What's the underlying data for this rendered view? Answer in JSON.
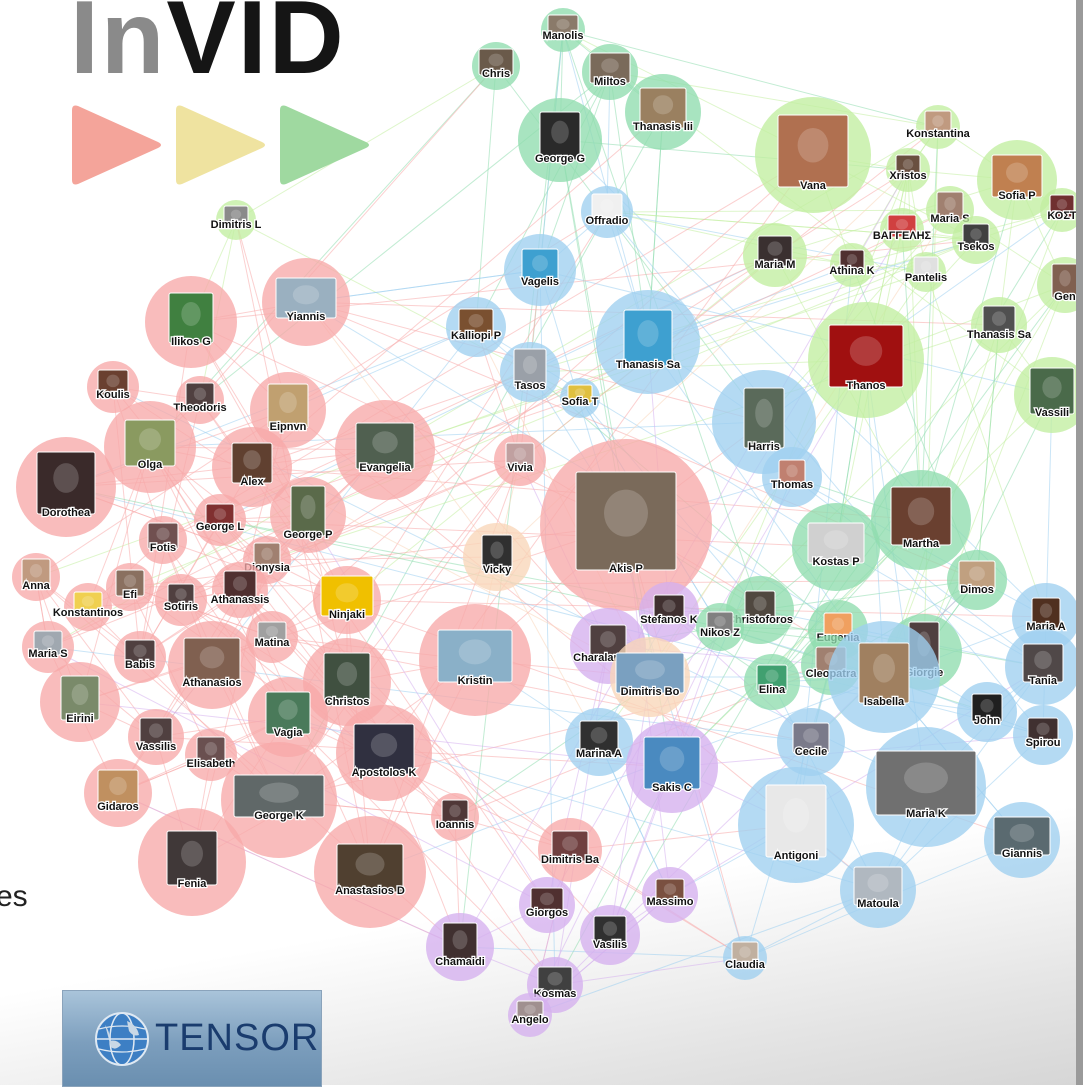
{
  "logo": {
    "part1": "In",
    "part2": "VID"
  },
  "arrow_colors": [
    "#f4a49a",
    "#efe3a0",
    "#9fd9a0"
  ],
  "side_text": "es",
  "tensor_logo": {
    "text": "TENSOR"
  },
  "cluster_colors": {
    "red": "#f7a9a9",
    "green": "#c2eea0",
    "teal": "#8fdcae",
    "blue": "#9fd0f0",
    "purple": "#d5b0ee",
    "peach": "#f9d6b9"
  },
  "nodes": [
    {
      "label": "Manolis",
      "cluster": "teal",
      "photo": "#8a7a6a"
    },
    {
      "label": "Chris",
      "cluster": "teal",
      "photo": "#6a5a4a"
    },
    {
      "label": "Miltos",
      "cluster": "teal",
      "photo": "#7a6a5a"
    },
    {
      "label": "Thanasis Iii",
      "cluster": "teal",
      "photo": "#9a8060"
    },
    {
      "label": "George G",
      "cluster": "teal",
      "photo": "#2a2a2a"
    },
    {
      "label": "Offradio",
      "cluster": "blue",
      "photo": "#f0f0f0"
    },
    {
      "label": "Vana",
      "cluster": "green",
      "photo": "#b07050"
    },
    {
      "label": "Konstantina",
      "cluster": "green",
      "photo": "#c09a80"
    },
    {
      "label": "Xristos",
      "cluster": "green",
      "photo": "#6a5040"
    },
    {
      "label": "Sofia P",
      "cluster": "green",
      "photo": "#c08050"
    },
    {
      "label": "Maria S",
      "cluster": "green",
      "photo": "#a08070"
    },
    {
      "label": "ΚΟΣΤ",
      "cluster": "green",
      "photo": "#703030"
    },
    {
      "label": "ΒΑΓΓΕΛΗΣ",
      "cluster": "green",
      "photo": "#d04040"
    },
    {
      "label": "Tsekos",
      "cluster": "green",
      "photo": "#404040"
    },
    {
      "label": "Maria M",
      "cluster": "green",
      "photo": "#3a3030"
    },
    {
      "label": "Athina K",
      "cluster": "green",
      "photo": "#503030"
    },
    {
      "label": "Pantelis",
      "cluster": "green",
      "photo": "#e0e0e0"
    },
    {
      "label": "Gen",
      "cluster": "green",
      "photo": "#806050"
    },
    {
      "label": "Thanasis Sa",
      "cluster": "green",
      "photo": "#505050"
    },
    {
      "label": "Thanos",
      "cluster": "green",
      "photo": "#a01010"
    },
    {
      "label": "Vassili",
      "cluster": "green",
      "photo": "#4a6a4a"
    },
    {
      "label": "Dimitris L",
      "cluster": "green",
      "photo": "#8a8a8a"
    },
    {
      "label": "Vagelis",
      "cluster": "blue",
      "photo": "#3ea0d0"
    },
    {
      "label": "Kalliopi P",
      "cluster": "blue",
      "photo": "#7a5030"
    },
    {
      "label": "Tasos",
      "cluster": "blue",
      "photo": "#9aa0a8"
    },
    {
      "label": "Sofia T",
      "cluster": "blue",
      "photo": "#e0c040"
    },
    {
      "label": "Thanasis Sa",
      "cluster": "blue",
      "photo": "#3ea0d0"
    },
    {
      "label": "Harris",
      "cluster": "blue",
      "photo": "#5a6a5a"
    },
    {
      "label": "Thomas",
      "cluster": "blue",
      "photo": "#c08070"
    },
    {
      "label": "Yiannis",
      "cluster": "red",
      "photo": "#9ab0c0"
    },
    {
      "label": "Ilikos G",
      "cluster": "red",
      "photo": "#408040"
    },
    {
      "label": "Koulis",
      "cluster": "red",
      "photo": "#6a4030"
    },
    {
      "label": "Theodoris",
      "cluster": "red",
      "photo": "#504040"
    },
    {
      "label": "Eipnvn",
      "cluster": "red",
      "photo": "#c0a070"
    },
    {
      "label": "Olga",
      "cluster": "red",
      "photo": "#8a9a60"
    },
    {
      "label": "Evangelia",
      "cluster": "red",
      "photo": "#506050"
    },
    {
      "label": "Vivia",
      "cluster": "red",
      "photo": "#c0a0a0"
    },
    {
      "label": "Dorothea",
      "cluster": "red",
      "photo": "#3a2a2a"
    },
    {
      "label": "Alex",
      "cluster": "red",
      "photo": "#604030"
    },
    {
      "label": "George L",
      "cluster": "red",
      "photo": "#803030"
    },
    {
      "label": "Fotis",
      "cluster": "red",
      "photo": "#705050"
    },
    {
      "label": "George P",
      "cluster": "red",
      "photo": "#5a6a4a"
    },
    {
      "label": "Dionysia",
      "cluster": "red",
      "photo": "#a08070"
    },
    {
      "label": "Anna",
      "cluster": "red",
      "photo": "#c09a80"
    },
    {
      "label": "Efi",
      "cluster": "red",
      "photo": "#8a7060"
    },
    {
      "label": "Sotiris",
      "cluster": "red",
      "photo": "#504040"
    },
    {
      "label": "Konstantinos",
      "cluster": "red",
      "photo": "#f0d050"
    },
    {
      "label": "Athanassis",
      "cluster": "red",
      "photo": "#503030"
    },
    {
      "label": "Ninjaki",
      "cluster": "red",
      "photo": "#f0c000"
    },
    {
      "label": "Vicky",
      "cluster": "peach",
      "photo": "#303030"
    },
    {
      "label": "Akis P",
      "cluster": "red",
      "photo": "#7a6a5a"
    },
    {
      "label": "Matina",
      "cluster": "red",
      "photo": "#a0a0a0"
    },
    {
      "label": "Maria S",
      "cluster": "red",
      "photo": "#a0a8b0"
    },
    {
      "label": "Babis",
      "cluster": "red",
      "photo": "#504040"
    },
    {
      "label": "Athanasios",
      "cluster": "red",
      "photo": "#806050"
    },
    {
      "label": "Christos",
      "cluster": "red",
      "photo": "#405040"
    },
    {
      "label": "Kristin",
      "cluster": "red",
      "photo": "#8ab0c8"
    },
    {
      "label": "Eirini",
      "cluster": "red",
      "photo": "#7a8a6a"
    },
    {
      "label": "Vassilis",
      "cluster": "red",
      "photo": "#504040"
    },
    {
      "label": "Vagia",
      "cluster": "red",
      "photo": "#4a7a5a"
    },
    {
      "label": "Elisabeth",
      "cluster": "red",
      "photo": "#6a5050"
    },
    {
      "label": "Apostolos K",
      "cluster": "red",
      "photo": "#303040"
    },
    {
      "label": "Gidaros",
      "cluster": "red",
      "photo": "#c09060"
    },
    {
      "label": "George K",
      "cluster": "red",
      "photo": "#606868"
    },
    {
      "label": "Ioannis",
      "cluster": "red",
      "photo": "#503838"
    },
    {
      "label": "Fenia",
      "cluster": "red",
      "photo": "#403838"
    },
    {
      "label": "Anastasios D",
      "cluster": "red",
      "photo": "#504030"
    },
    {
      "label": "Stefanos K",
      "cluster": "purple",
      "photo": "#403030"
    },
    {
      "label": "Charalampos",
      "cluster": "purple",
      "photo": "#504040"
    },
    {
      "label": "Dimitris Bo",
      "cluster": "peach",
      "photo": "#7aa0c0"
    },
    {
      "label": "Christoforos",
      "cluster": "teal",
      "photo": "#504840"
    },
    {
      "label": "Nikos Z",
      "cluster": "teal",
      "photo": "#808080"
    },
    {
      "label": "Eugenia",
      "cluster": "teal",
      "photo": "#f0a060"
    },
    {
      "label": "Kostas P",
      "cluster": "teal",
      "photo": "#d0d0d0"
    },
    {
      "label": "Martha",
      "cluster": "teal",
      "photo": "#6a4030"
    },
    {
      "label": "Dimos",
      "cluster": "teal",
      "photo": "#c0a080"
    },
    {
      "label": "Cleopatra",
      "cluster": "teal",
      "photo": "#a08070"
    },
    {
      "label": "Giorgie",
      "cluster": "teal",
      "photo": "#504040"
    },
    {
      "label": "Elina",
      "cluster": "teal",
      "photo": "#40a070"
    },
    {
      "label": "Isabella",
      "cluster": "blue",
      "photo": "#a08060"
    },
    {
      "label": "Maria A",
      "cluster": "blue",
      "photo": "#503020"
    },
    {
      "label": "Tania",
      "cluster": "blue",
      "photo": "#504848"
    },
    {
      "label": "John",
      "cluster": "blue",
      "photo": "#202020"
    },
    {
      "label": "Spirou",
      "cluster": "blue",
      "photo": "#403030"
    },
    {
      "label": "Cecile",
      "cluster": "blue",
      "photo": "#7a7a8a"
    },
    {
      "label": "Marina A",
      "cluster": "blue",
      "photo": "#303030"
    },
    {
      "label": "Sakis C",
      "cluster": "purple",
      "photo": "#4a8ac0"
    },
    {
      "label": "Antigoni",
      "cluster": "blue",
      "photo": "#e8e8e8"
    },
    {
      "label": "Maria K",
      "cluster": "blue",
      "photo": "#707070"
    },
    {
      "label": "Giannis",
      "cluster": "blue",
      "photo": "#5a6a70"
    },
    {
      "label": "Matoula",
      "cluster": "blue",
      "photo": "#b0b8c0"
    },
    {
      "label": "Dimitris Ba",
      "cluster": "red",
      "photo": "#704040"
    },
    {
      "label": "Giorgos",
      "cluster": "purple",
      "photo": "#503030"
    },
    {
      "label": "Massimo",
      "cluster": "purple",
      "photo": "#7a5040"
    },
    {
      "label": "Vasilis",
      "cluster": "purple",
      "photo": "#303030"
    },
    {
      "label": "Claudia",
      "cluster": "blue",
      "photo": "#c0b0a0"
    },
    {
      "label": "Chamaidi",
      "cluster": "purple",
      "photo": "#403030"
    },
    {
      "label": "Kosmas",
      "cluster": "purple",
      "photo": "#404040"
    },
    {
      "label": "Angelo",
      "cluster": "purple",
      "photo": "#a09090"
    }
  ]
}
